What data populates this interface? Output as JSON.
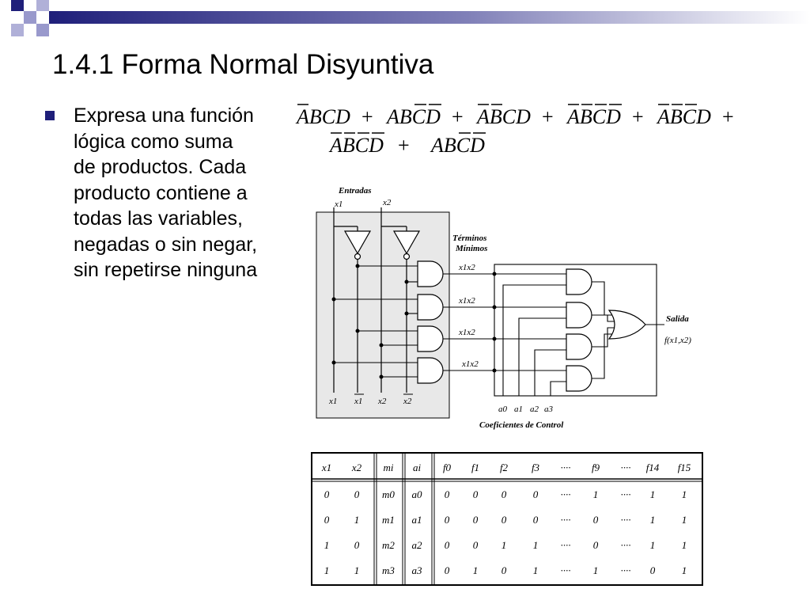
{
  "slide": {
    "title": "1.4.1 Forma Normal Disyuntiva",
    "bullet_text": "Expresa una función lógica como suma de productos. Cada producto contiene a todas las variables, negadas o sin negar, sin repetirse ninguna"
  },
  "formula": {
    "line1_terms": [
      "ABCD",
      "ABCD",
      "ABCD",
      "ABCD",
      "ABCD"
    ],
    "line2_terms": [
      "ABCD",
      "ABCD"
    ],
    "operator": "+"
  },
  "circuit": {
    "label_inputs": "Entradas",
    "label_minterms_1": "Términos",
    "label_minterms_2": "Mínimos",
    "label_output": "Salida",
    "output_expr": "f(x1,x2)",
    "label_control": "Coeficientes de Control",
    "input_x1": "x1",
    "input_x2": "x2",
    "bottom_labels": [
      "x1",
      "x1",
      "x2",
      "x2"
    ],
    "minterm_labels": [
      "x1x2",
      "x1x2",
      "x1x2",
      "x1x2"
    ],
    "coef_labels": [
      "a0",
      "a1",
      "a2",
      "a3"
    ]
  },
  "truth_table": {
    "headers": [
      "x1",
      "x2",
      "mi",
      "ai",
      "f0",
      "f1",
      "f2",
      "f3",
      "····",
      "f9",
      "····",
      "f14",
      "f15"
    ],
    "rows": [
      [
        "0",
        "0",
        "m0",
        "a0",
        "0",
        "0",
        "0",
        "0",
        "····",
        "1",
        "····",
        "1",
        "1"
      ],
      [
        "0",
        "1",
        "m1",
        "a1",
        "0",
        "0",
        "0",
        "0",
        "····",
        "0",
        "····",
        "1",
        "1"
      ],
      [
        "1",
        "0",
        "m2",
        "a2",
        "0",
        "0",
        "1",
        "1",
        "····",
        "0",
        "····",
        "1",
        "1"
      ],
      [
        "1",
        "1",
        "m3",
        "a3",
        "0",
        "1",
        "0",
        "1",
        "····",
        "1",
        "····",
        "0",
        "1"
      ]
    ]
  },
  "colors": {
    "accent_dark": "#1f1f7a",
    "accent_light": "#9999cc"
  }
}
